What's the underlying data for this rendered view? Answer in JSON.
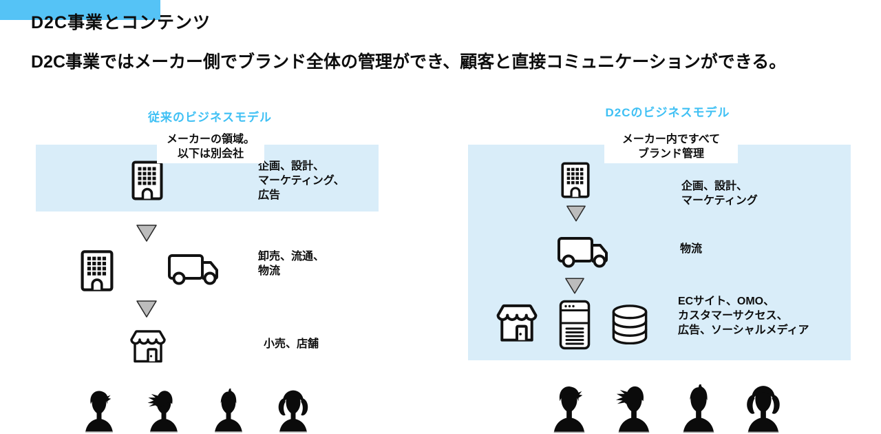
{
  "slide": {
    "title": "D2C事業とコンテンツ",
    "subtitle": "D2C事業ではメーカー側でブランド全体の管理ができ、顧客と直接コミュニケーションができる。"
  },
  "colors": {
    "accent_cyan": "#55C3F6",
    "heading_cyan": "#3FC0F4",
    "panel_light_blue": "#D9EDF9",
    "arrow_gray": "#BCBCBC",
    "text_black": "#0D0D0D"
  },
  "left_model": {
    "heading": "従来のビジネスモデル",
    "callout": {
      "line1": "メーカーの領域。",
      "line2": "以下は別会社"
    },
    "steps": [
      {
        "icons": [
          "office-building-icon"
        ],
        "lines": [
          "企画、設計、",
          "マーケティング、",
          "広告"
        ]
      },
      {
        "icons": [
          "office-building-icon",
          "delivery-truck-icon"
        ],
        "lines": [
          "卸売、流通、",
          "物流"
        ]
      },
      {
        "icons": [
          "storefront-icon"
        ],
        "lines": [
          "小売、店舗"
        ]
      }
    ]
  },
  "right_model": {
    "heading": "D2Cのビジネスモデル",
    "callout": {
      "line1": "メーカー内ですべて",
      "line2": "ブランド管理"
    },
    "steps": [
      {
        "icons": [
          "office-building-icon"
        ],
        "lines": [
          "企画、設計、",
          "マーケティング"
        ]
      },
      {
        "icons": [
          "delivery-truck-icon"
        ],
        "lines": [
          "物流"
        ]
      },
      {
        "icons": [
          "storefront-icon",
          "web-server-icon",
          "database-icon"
        ],
        "lines": [
          "ECサイト、OMO、",
          "カスタマーサクセス、",
          "広告、ソーシャルメディア"
        ]
      }
    ]
  },
  "customers": {
    "left_count": 4,
    "right_count": 4,
    "icon": "person-silhouette-icon"
  }
}
